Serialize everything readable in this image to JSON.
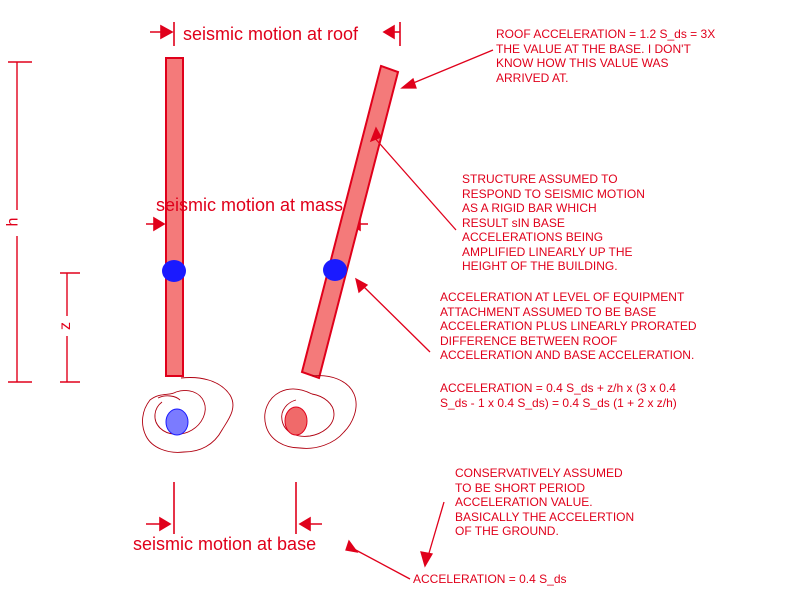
{
  "labels": {
    "roof": "seismic motion at roof",
    "mass": "seismic motion at mass",
    "base": "seismic motion at base",
    "h": "h",
    "z": "z"
  },
  "notes": {
    "roof_accel": [
      "ROOF ACCELERATION = 1.2 S_ds = 3X",
      "THE VALUE AT THE BASE.  I DON'T",
      "KNOW HOW THIS VALUE WAS",
      "ARRIVED AT."
    ],
    "rigid_bar": [
      "STRUCTURE ASSUMED TO",
      "RESPOND TO SEISMIC MOTION",
      "AS A RIGID BAR WHICH",
      "RESULT sIN BASE",
      "ACCELERATIONS BEING",
      "AMPLIFIED LINEARLY UP THE",
      "HEIGHT OF THE BUILDING."
    ],
    "equipment": [
      "ACCELERATION AT LEVEL OF EQUIPMENT",
      "ATTACHMENT ASSUMED TO BE BASE",
      "ACCELERATION PLUS LINEARLY PRORATED",
      "DIFFERENCE BETWEEN ROOF",
      "ACCELERATION AND BASE ACCELERATION."
    ],
    "formula": [
      "ACCELERATION = 0.4 S_ds + z/h x (3 x 0.4",
      "S_ds - 1 x 0.4 S_ds) = 0.4 S_ds (1 + 2 x z/h)"
    ],
    "ground": [
      "CONSERVATIVELY ASSUMED",
      "TO BE SHORT PERIOD",
      "ACCELERATION VALUE.",
      "BASICALLY THE ACCELERTION",
      "OF THE GROUND."
    ],
    "base_accel": "ACCELERATION = 0.4 S_ds"
  },
  "colors": {
    "text": "#e0001b",
    "bar_fill": "#f47a7a",
    "bar_stroke": "#e0001b",
    "mass": "#1a1aff",
    "base_left": "#7b7bff",
    "base_right": "#f06a6a",
    "dimension": "#e0001b"
  }
}
